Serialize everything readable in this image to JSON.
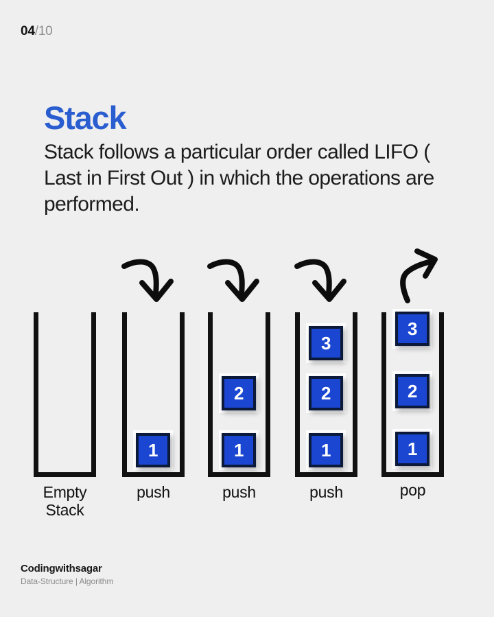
{
  "page": {
    "current": "04",
    "total": "/10",
    "background_color": "#efefef"
  },
  "heading": {
    "title": "Stack",
    "title_color": "#2a5ed0",
    "description": "Stack follows a particular order called LIFO ( Last in First Out ) in which the operations are performed."
  },
  "diagram": {
    "box_fill_color": "#1b46d2",
    "box_border_color": "#0b1a3a",
    "container_color": "#111111",
    "columns": [
      {
        "id": "empty-stack",
        "label": "Empty\nStack",
        "label_line1": "Empty",
        "label_line2": "Stack",
        "arrow": "none",
        "items": []
      },
      {
        "id": "push-1",
        "label": "push",
        "arrow": "curve-down-right",
        "items": [
          "1"
        ]
      },
      {
        "id": "push-2",
        "label": "push",
        "arrow": "curve-down-right",
        "items": [
          "1",
          "2"
        ]
      },
      {
        "id": "push-3",
        "label": "push",
        "arrow": "curve-down-right",
        "items": [
          "1",
          "2",
          "3"
        ]
      },
      {
        "id": "pop",
        "label": "pop",
        "arrow": "curve-up-right",
        "items": [
          "1",
          "2",
          "3"
        ]
      }
    ]
  },
  "footer": {
    "brand": "Codingwithsagar",
    "subtitle": "Data-Structure | Algorithm"
  }
}
